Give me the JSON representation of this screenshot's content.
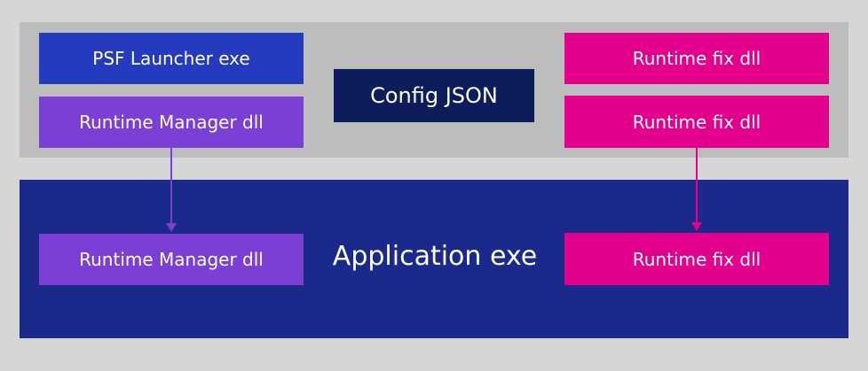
{
  "diagram": {
    "launcher_label": "PSF Launcher exe",
    "runtime_manager_top_label": "Runtime Manager dll",
    "config_label": "Config JSON",
    "runtime_fix_top1_label": "Runtime fix dll",
    "runtime_fix_top2_label": "Runtime fix dll",
    "application_label": "Application exe",
    "runtime_manager_bottom_label": "Runtime Manager dll",
    "runtime_fix_bottom_label": "Runtime fix dll"
  },
  "colors": {
    "background": "#d6d6d6",
    "top_panel": "#bdbdbd",
    "app_panel": "#1b2a8a",
    "launcher": "#243bbd",
    "runtime_manager": "#7b3fd6",
    "config": "#0d1d5c",
    "runtime_fix": "#e3008c",
    "text": "#ffffff"
  }
}
